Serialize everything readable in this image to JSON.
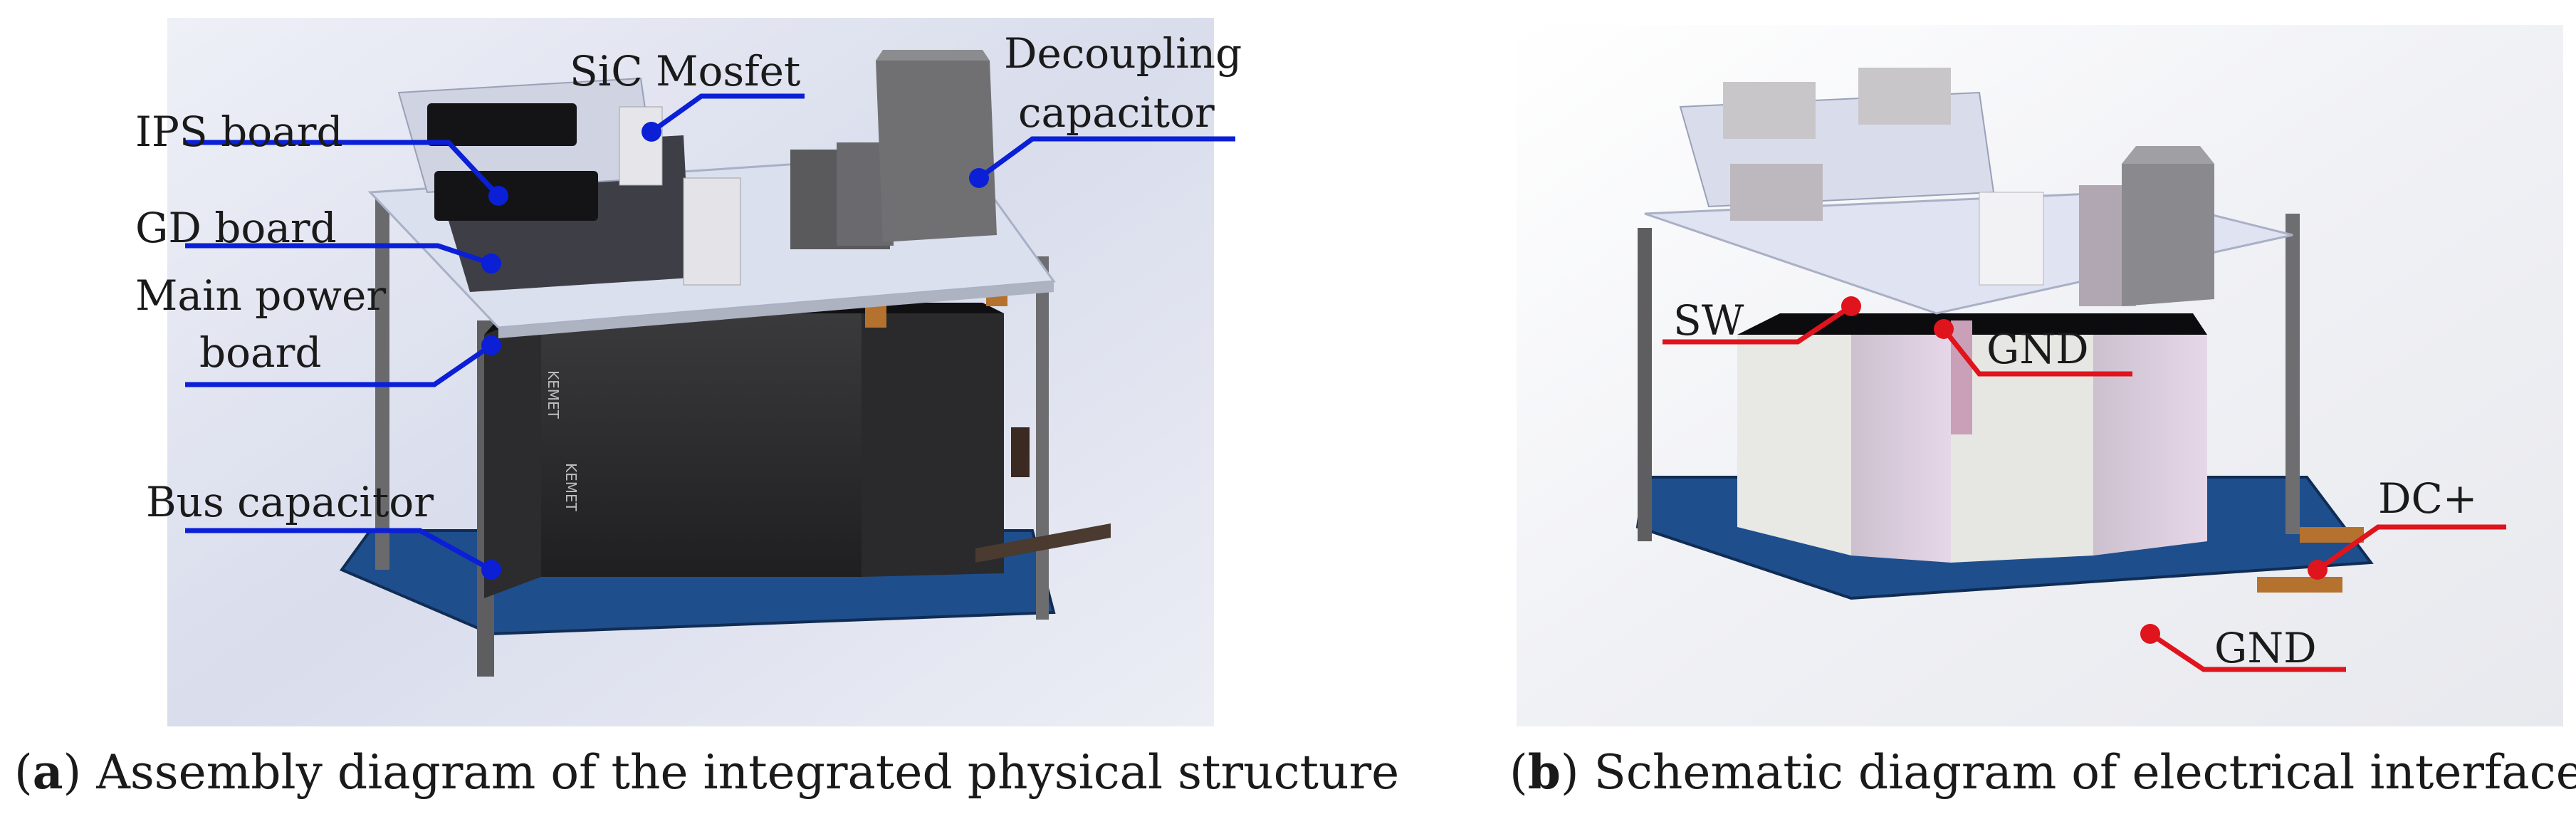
{
  "panel_a": {
    "caption_letter": "a",
    "caption_text": "Assembly diagram of the integrated physical structure",
    "callouts": {
      "sic_mosfet": "SiC Mosfet",
      "decoupling_line1": "Decoupling",
      "decoupling_line2": "capacitor",
      "ips_board": "IPS board",
      "gd_board": "GD board",
      "main_power_line1": "Main power",
      "main_power_line2": "board",
      "bus_capacitor": "Bus capacitor"
    },
    "brand_text": "KEMET",
    "callout_color": "#0a1fd6"
  },
  "panel_b": {
    "caption_letter": "b",
    "caption_text": "Schematic diagram of electrical interface",
    "callouts": {
      "sw": "SW",
      "gnd_top": "GND",
      "dc_plus": "DC+",
      "gnd_bottom": "GND"
    },
    "callout_color": "#e0141c"
  }
}
